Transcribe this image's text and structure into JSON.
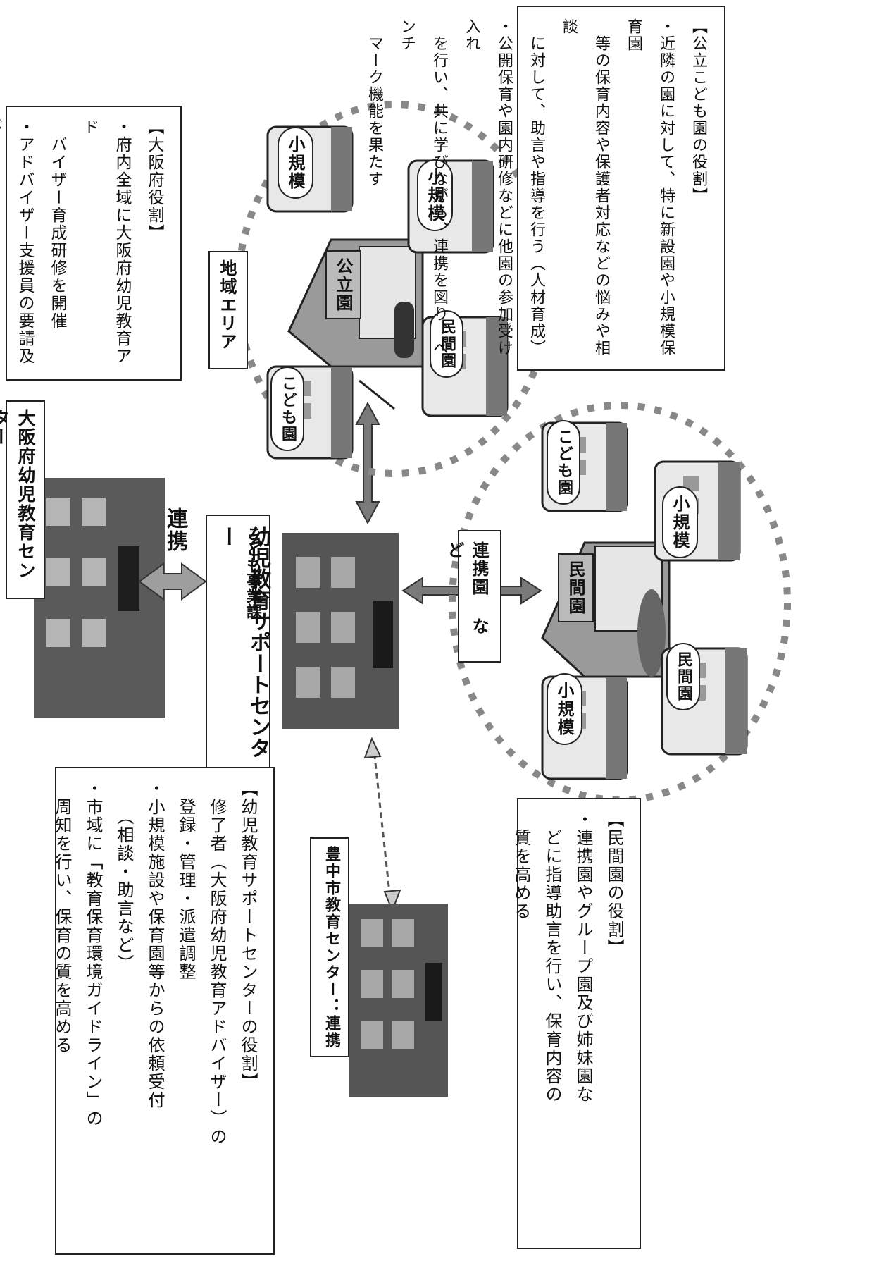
{
  "prefecture_center": {
    "label": "大阪府幼児教育センター"
  },
  "link_label": "連携",
  "support_center": {
    "dept": "こども事業課",
    "name": "幼児教育サポートセンター"
  },
  "region_label": "地域エリア",
  "renkei_label": "連携園 など",
  "city_center": {
    "label": "豊中市教育センター：連携"
  },
  "notes": {
    "osaka_role": "【大阪府役割】\n・府内全域に大阪府幼児教育アド\n　バイザー育成研修を開催\n・アドバイザー支援員の要請及び\n　のフォローアップ研修",
    "public_role": "【公立こども園の役割】\n・近隣の園に対して、特に新設園や小規模保育園\n　等の保育内容や保護者対応などの悩みや相談\n　に対して、助言や指導を行う（人材育成）\n・公開保育や園内研修などに他園の参加受け入れ\n　を行い、共に学びながら、連携を図り、ベンチ\n　マーク機能を果たす",
    "support_role": "【幼児教育サポートセンターの役割】\n　修了者（大阪府幼児教育アドバイザー）の\n　登録・管理・派遣調整\n・小規模施設や保育園等からの依頼受付\n　　（相談・助言など）\n・市域に「教育保育環境ガイドライン」の\n　周知を行い、保育の質を高める",
    "private_role": "【民間園の役割】\n・連携園やグループ園及び姉妹園な\n　どに指導助言を行い、保育内容の\n　質を高める"
  },
  "schools": {
    "kouritsu": "公立園",
    "kodomo": "こども園",
    "shoukibo": "小規模",
    "minkan": "民間園"
  }
}
